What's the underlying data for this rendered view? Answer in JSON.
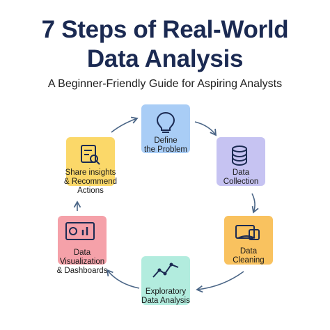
{
  "header": {
    "title_line1": "7 Steps of Real-World",
    "title_line2": "Data Analysis",
    "subtitle": "A Beginner-Friendly Guide for Aspiring Analysts"
  },
  "steps": [
    {
      "lines": [
        "Define",
        "the Problem"
      ],
      "color": "#a9cdf6",
      "icon": "lightbulb-icon"
    },
    {
      "lines": [
        "Data",
        "Collection"
      ],
      "color": "#c6c3f2",
      "icon": "database-icon"
    },
    {
      "lines": [
        "Data",
        "Cleaning"
      ],
      "color": "#f9c25f",
      "icon": "cleaning-bucket-icon"
    },
    {
      "lines": [
        "Exploratory",
        "Data Analysis"
      ],
      "color": "#b2ecde",
      "icon": "line-chart-icon"
    },
    {
      "lines": [
        "Data",
        "Visualization",
        "& Dashboards"
      ],
      "color": "#f5a1a9",
      "icon": "dashboard-icon"
    },
    {
      "lines": [
        "Share insights",
        "& Recommend",
        "Actions"
      ],
      "color": "#fbd869",
      "icon": "report-search-icon"
    }
  ],
  "colors": {
    "title": "#1b2a52",
    "arrow": "#4a6586"
  }
}
